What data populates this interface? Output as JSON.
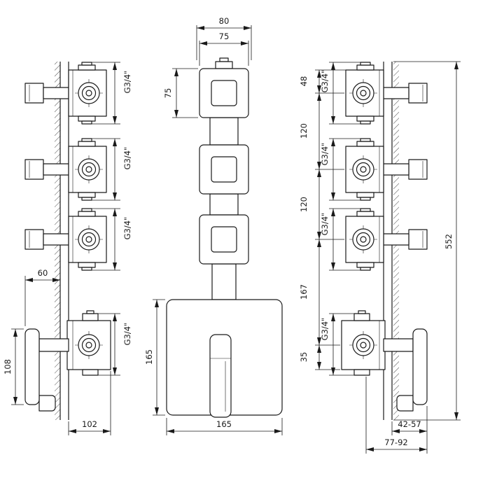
{
  "colors": {
    "background": "#ffffff",
    "line": "#1a1a1a"
  },
  "shared": {
    "thread_size": "G3/4\""
  },
  "left_view": {
    "lever_projection": "60",
    "lever_length": "108",
    "body_depth": "102"
  },
  "front_view": {
    "top_width_outer": "80",
    "top_width_inner": "75",
    "escutcheon_height": "75",
    "plate_height": "165",
    "plate_width": "165"
  },
  "right_view": {
    "top_offset": "48",
    "valve_spacing_upper": "120",
    "valve_spacing_lower": "120",
    "mixer_offset": "167",
    "bottom_offset": "35",
    "overall_height": "552",
    "knob_projection_range": "42-57",
    "body_projection_range": "77-92"
  }
}
